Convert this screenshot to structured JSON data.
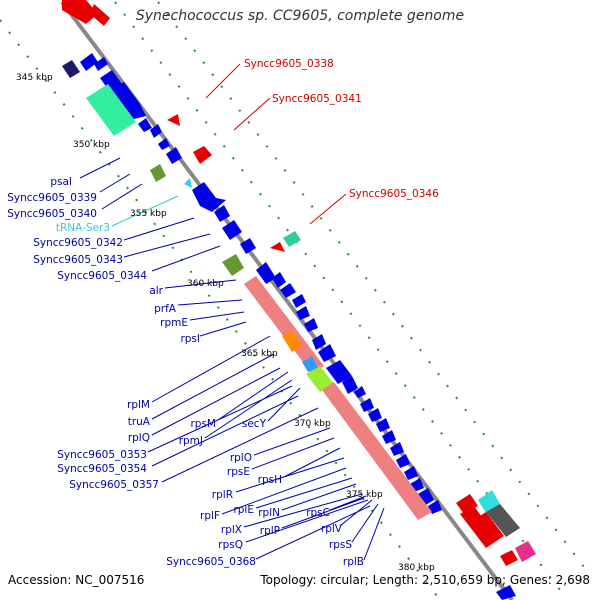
{
  "title": "Synechococcus sp. CC9605, complete genome",
  "accession": "Accession: NC_007516",
  "summary": "Topology: circular; Length: 2,510,659 bp; Genes: 2,698",
  "colors": {
    "backbone": "#888888",
    "tick_dots": "#2a8a2a",
    "cds": "#0000e6",
    "rrna_red": "#e60000",
    "trna": "#33cccc",
    "label_blue": "#0000aa",
    "label_red": "#cc0000",
    "label_cyan": "#33cccc"
  },
  "kbp_ticks": [
    "345 kbp",
    "350 kbp",
    "355 kbp",
    "360 kbp",
    "365 kbp",
    "370 kbp",
    "375 kbp",
    "380 kbp"
  ],
  "gene_labels_blue": [
    "psaI",
    "Syncc9605_0339",
    "Syncc9605_0340",
    "Syncc9605_0342",
    "Syncc9605_0343",
    "Syncc9605_0344",
    "alr",
    "prfA",
    "rpmE",
    "rpsI",
    "rplM",
    "truA",
    "rplQ",
    "rpsM",
    "rpmJ",
    "secY",
    "Syncc9605_0353",
    "Syncc9605_0354",
    "Syncc9605_0357",
    "rplO",
    "rpsE",
    "rpsH",
    "rplR",
    "rplF",
    "rplE",
    "rplN",
    "rplX",
    "rplP",
    "rpsC",
    "rpsQ",
    "Syncc9605_0368",
    "rplV",
    "rpsS",
    "rplB"
  ],
  "gene_labels_cyan": [
    "tRNA-Ser3"
  ],
  "gene_labels_red": [
    "Syncc9605_0338",
    "Syncc9605_0341",
    "Syncc9605_0346"
  ]
}
